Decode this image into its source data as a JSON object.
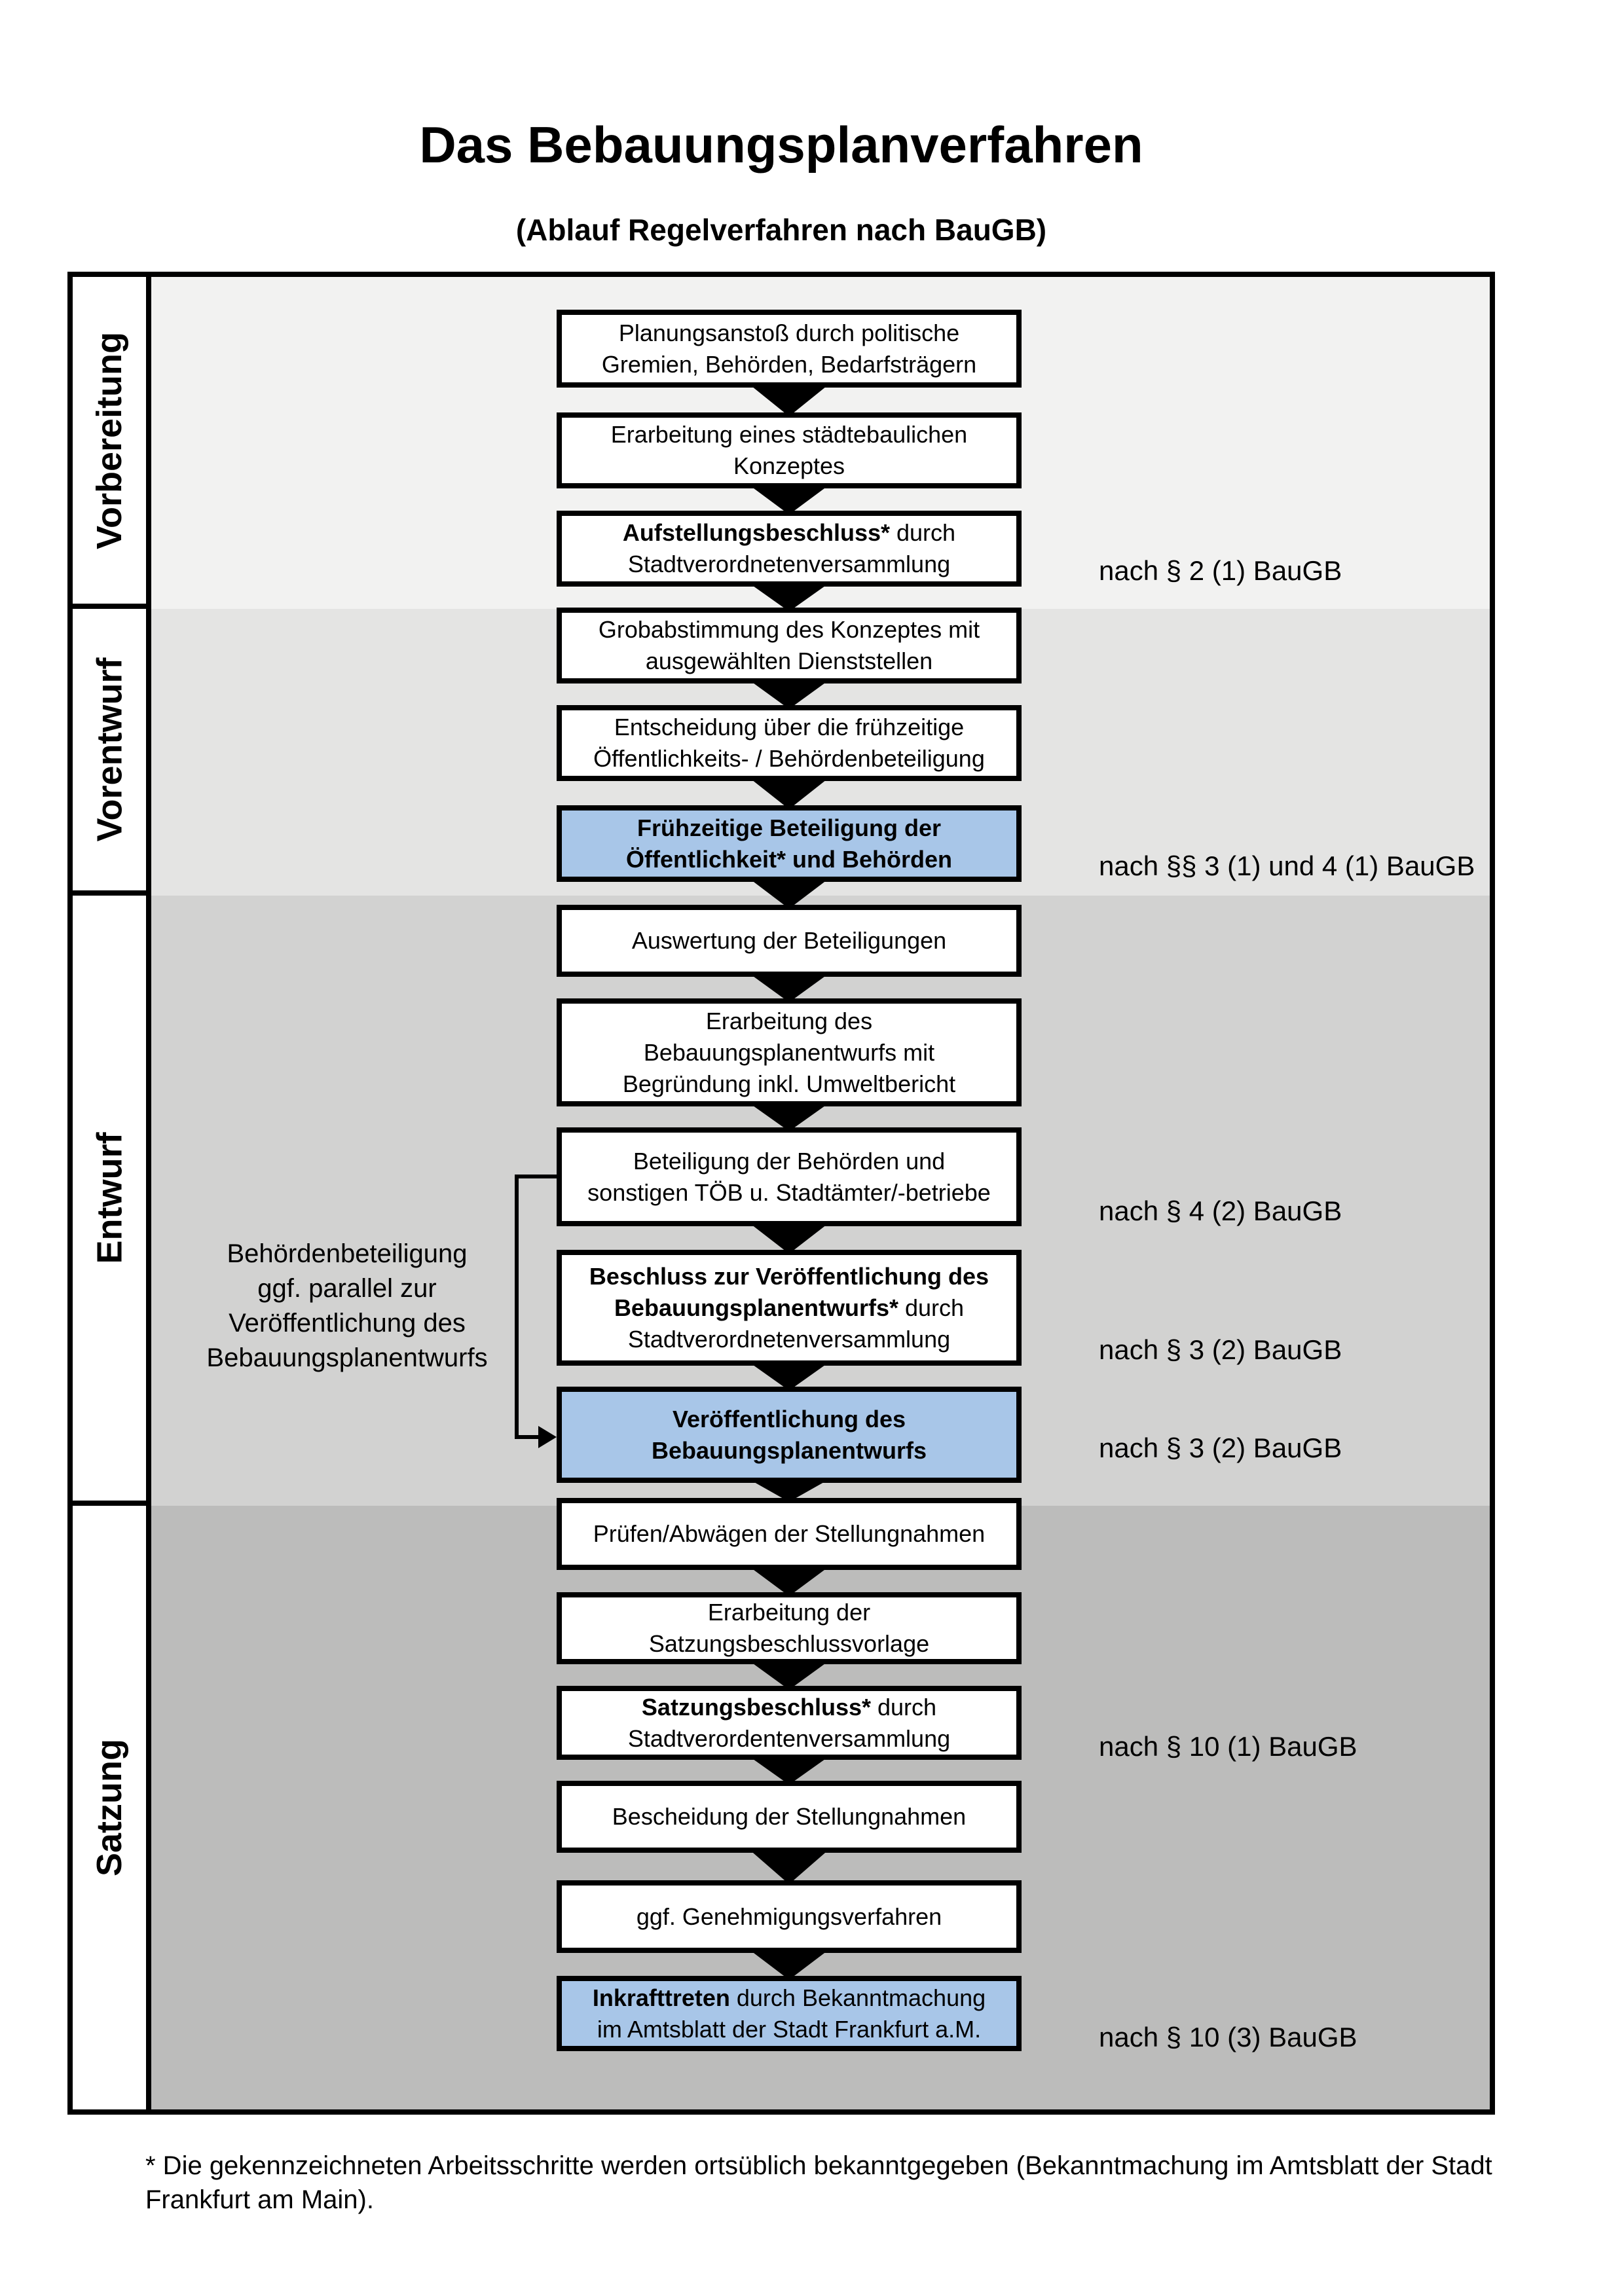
{
  "page": {
    "title": "Das Bebauungsplanverfahren",
    "subtitle": "(Ablauf Regelverfahren nach BauGB)"
  },
  "colors": {
    "highlight_blue": "#a8c6e8",
    "box_border": "#000000",
    "section_backgrounds": [
      "#f2f2f1",
      "#e4e4e3",
      "#d2d2d1",
      "#bcbcbb"
    ]
  },
  "phases": [
    {
      "label": "Vorbereitung"
    },
    {
      "label": "Vorentwurf"
    },
    {
      "label": "Entwurf"
    },
    {
      "label": "Satzung"
    }
  ],
  "flow": {
    "boxes": [
      {
        "highlighted": false,
        "lines": [
          [
            {
              "text": "Planungsanstoß durch politische",
              "bold": false
            }
          ],
          [
            {
              "text": "Gremien, Behörden, Bedarfsträgern",
              "bold": false
            }
          ]
        ]
      },
      {
        "highlighted": false,
        "lines": [
          [
            {
              "text": "Erarbeitung eines städtebaulichen",
              "bold": false
            }
          ],
          [
            {
              "text": "Konzeptes",
              "bold": false
            }
          ]
        ]
      },
      {
        "highlighted": false,
        "lines": [
          [
            {
              "text": "Aufstellungsbeschluss*",
              "bold": true
            },
            {
              "text": " durch",
              "bold": false
            }
          ],
          [
            {
              "text": "Stadtverordnetenversammlung",
              "bold": false
            }
          ]
        ]
      },
      {
        "highlighted": false,
        "lines": [
          [
            {
              "text": "Grobabstimmung des Konzeptes mit",
              "bold": false
            }
          ],
          [
            {
              "text": "ausgewählten Dienststellen",
              "bold": false
            }
          ]
        ]
      },
      {
        "highlighted": false,
        "lines": [
          [
            {
              "text": "Entscheidung über die frühzeitige",
              "bold": false
            }
          ],
          [
            {
              "text": "Öffentlichkeits- / Behördenbeteiligung",
              "bold": false
            }
          ]
        ]
      },
      {
        "highlighted": true,
        "lines": [
          [
            {
              "text": "Frühzeitige Beteiligung der",
              "bold": true
            }
          ],
          [
            {
              "text": "Öffentlichkeit* und Behörden",
              "bold": true
            }
          ]
        ]
      },
      {
        "highlighted": false,
        "lines": [
          [
            {
              "text": "Auswertung der Beteiligungen",
              "bold": false
            }
          ]
        ]
      },
      {
        "highlighted": false,
        "lines": [
          [
            {
              "text": "Erarbeitung des",
              "bold": false
            }
          ],
          [
            {
              "text": "Bebauungsplanentwurfs mit",
              "bold": false
            }
          ],
          [
            {
              "text": "Begründung inkl. Umweltbericht",
              "bold": false
            }
          ]
        ]
      },
      {
        "highlighted": false,
        "lines": [
          [
            {
              "text": "Beteiligung der Behörden und",
              "bold": false
            }
          ],
          [
            {
              "text": "sonstigen TÖB u. Stadtämter/-betriebe",
              "bold": false
            }
          ]
        ]
      },
      {
        "highlighted": false,
        "lines": [
          [
            {
              "text": "Beschluss zur Veröffentlichung des",
              "bold": true
            }
          ],
          [
            {
              "text": "Bebauungsplanentwurfs*",
              "bold": true
            },
            {
              "text": " durch",
              "bold": false
            }
          ],
          [
            {
              "text": "Stadtverordnetenversammlung",
              "bold": false
            }
          ]
        ]
      },
      {
        "highlighted": true,
        "lines": [
          [
            {
              "text": "Veröffentlichung des",
              "bold": true
            }
          ],
          [
            {
              "text": "Bebauungsplanentwurfs",
              "bold": true
            }
          ]
        ]
      },
      {
        "highlighted": false,
        "lines": [
          [
            {
              "text": "Prüfen/Abwägen der Stellungnahmen",
              "bold": false
            }
          ]
        ]
      },
      {
        "highlighted": false,
        "lines": [
          [
            {
              "text": "Erarbeitung der",
              "bold": false
            }
          ],
          [
            {
              "text": "Satzungsbeschlussvorlage",
              "bold": false
            }
          ]
        ]
      },
      {
        "highlighted": false,
        "lines": [
          [
            {
              "text": "Satzungsbeschluss*",
              "bold": true
            },
            {
              "text": " durch",
              "bold": false
            }
          ],
          [
            {
              "text": "Stadtverordentenversammlung",
              "bold": false
            }
          ]
        ]
      },
      {
        "highlighted": false,
        "lines": [
          [
            {
              "text": "Bescheidung der Stellungnahmen",
              "bold": false
            }
          ]
        ]
      },
      {
        "highlighted": false,
        "lines": [
          [
            {
              "text": "ggf. Genehmigungsverfahren",
              "bold": false
            }
          ]
        ]
      },
      {
        "highlighted": true,
        "lines": [
          [
            {
              "text": "Inkrafttreten",
              "bold": true
            },
            {
              "text": " durch Bekanntmachung",
              "bold": false
            }
          ],
          [
            {
              "text": "im Amtsblatt der Stadt Frankfurt a.M.",
              "bold": false
            }
          ]
        ]
      }
    ],
    "annotations": [
      {
        "text": "nach § 2 (1) BauGB"
      },
      {
        "text": "nach §§ 3 (1) und 4 (1) BauGB"
      },
      {
        "text": "nach § 4 (2) BauGB"
      },
      {
        "text": "nach § 3 (2) BauGB"
      },
      {
        "text": "nach § 3 (2) BauGB"
      },
      {
        "text": "nach § 10 (1) BauGB"
      },
      {
        "text": "nach § 10 (3) BauGB"
      }
    ]
  },
  "side_note": {
    "lines": [
      "Behördenbeteiligung",
      "ggf. parallel zur",
      "Veröffentlichung des",
      "Bebauungsplanentwurfs"
    ]
  },
  "footnote": {
    "lines": [
      "* Die gekennzeichneten Arbeitsschritte werden ortsüblich bekanntgegeben (Bekanntmachung im Amtsblatt  der Stadt",
      "Frankfurt am Main)."
    ]
  }
}
